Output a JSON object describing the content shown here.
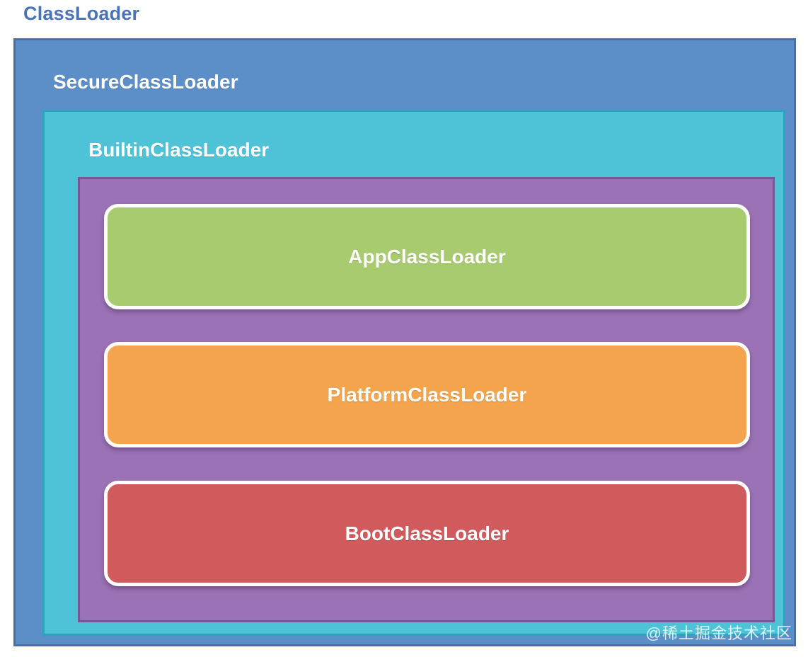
{
  "diagram": {
    "title": "ClassLoader",
    "title_color": "#4a73b9",
    "outer": {
      "label": "SecureClassLoader",
      "fill": "#5c8ec8",
      "border": "#4d6f9f"
    },
    "builtin": {
      "label": "BuiltinClassLoader",
      "fill": "#4ec3d7",
      "border": "#2da4bc"
    },
    "inner_container": {
      "fill": "#9b72b5",
      "border": "#7a5596"
    },
    "loaders": [
      {
        "label": "AppClassLoader",
        "fill": "#a9cb70"
      },
      {
        "label": "PlatformClassLoader",
        "fill": "#f3a44d"
      },
      {
        "label": "BootClassLoader",
        "fill": "#d15a5c"
      }
    ],
    "watermark": "@稀土掘金技术社区"
  }
}
